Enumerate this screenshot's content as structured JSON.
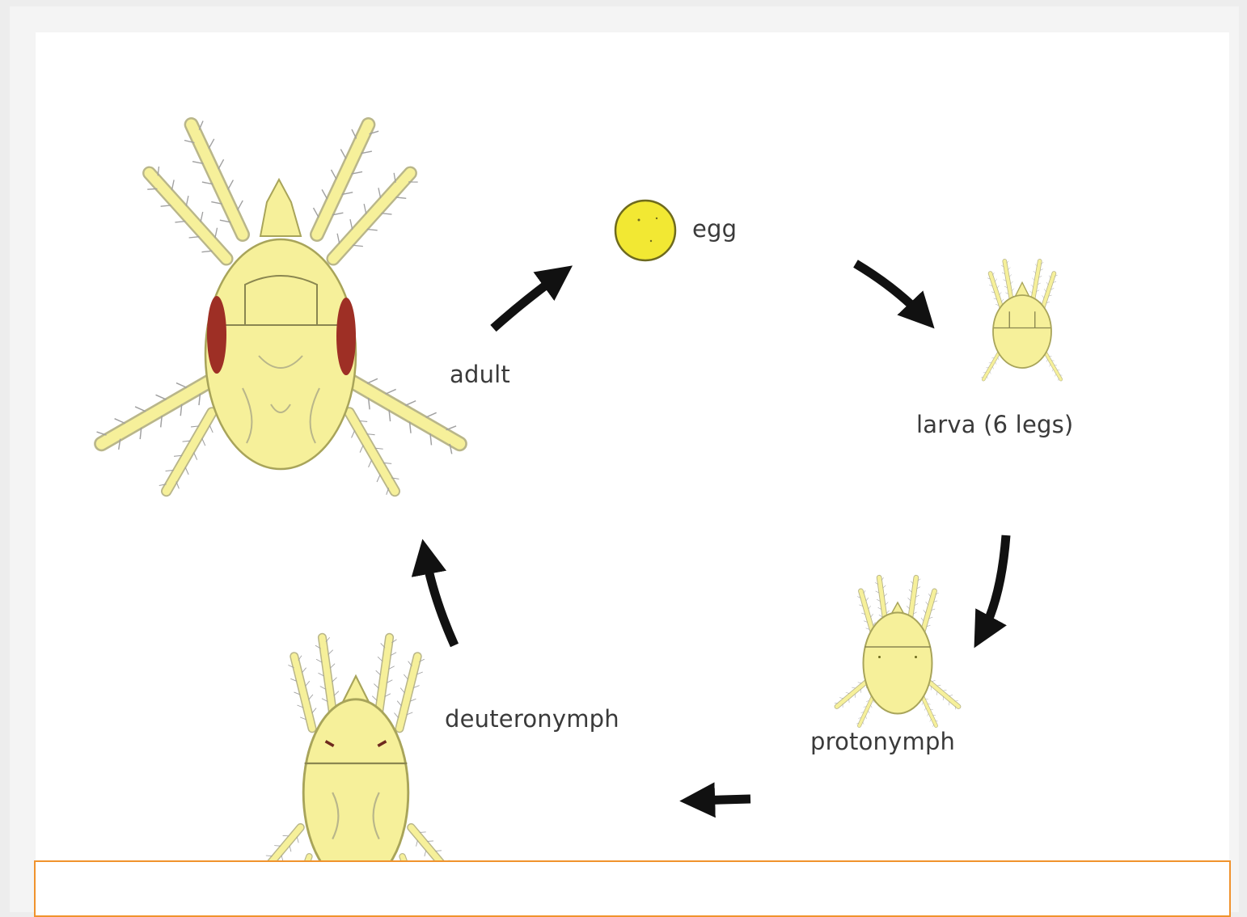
{
  "diagram": {
    "stages": {
      "egg": {
        "label": "egg"
      },
      "larva": {
        "label": "larva (6 legs)"
      },
      "protonymph": {
        "label": "protonymph"
      },
      "deuteronymph": {
        "label": "deuteronymph"
      },
      "adult": {
        "label": "adult"
      }
    },
    "flow": [
      "egg",
      "larva",
      "protonymph",
      "deuteronymph",
      "adult",
      "egg"
    ]
  },
  "colors": {
    "body_fill": "#f6f09a",
    "body_stroke": "#a8a45a",
    "hair_stroke": "#9a9a9a",
    "egg_fill": "#f2e833",
    "egg_stroke": "#6e6a1e",
    "eye_spot": "#9e2f25",
    "arrow": "#111111",
    "caption_border": "#f0932d"
  },
  "caption_box": {
    "text": ""
  }
}
